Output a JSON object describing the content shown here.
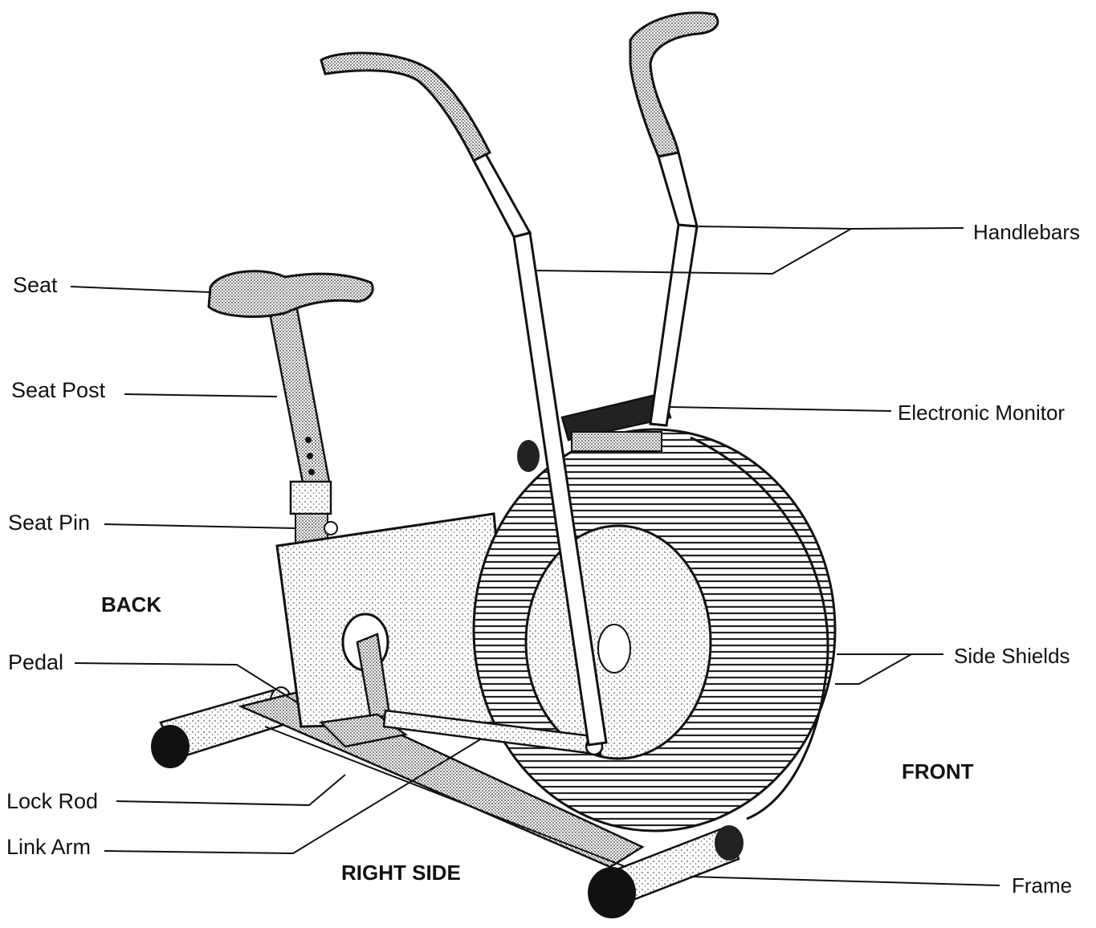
{
  "diagram": {
    "subject": "upright air-resistance exercise bike",
    "labels": {
      "seat": "Seat",
      "seat_post": "Seat Post",
      "seat_pin": "Seat Pin",
      "pedal": "Pedal",
      "lock_rod": "Lock Rod",
      "link_arm": "Link Arm",
      "handlebars": "Handlebars",
      "electronic_monitor": "Electronic Monitor",
      "side_shields": "Side Shields",
      "frame": "Frame"
    },
    "orientation": {
      "back": "BACK",
      "front": "FRONT",
      "right_side": "RIGHT SIDE"
    }
  },
  "colors": {
    "ink": "#111111",
    "paper": "#ffffff",
    "stipple": "#b8b8b8",
    "fan_shade": "#d9d9d9"
  }
}
